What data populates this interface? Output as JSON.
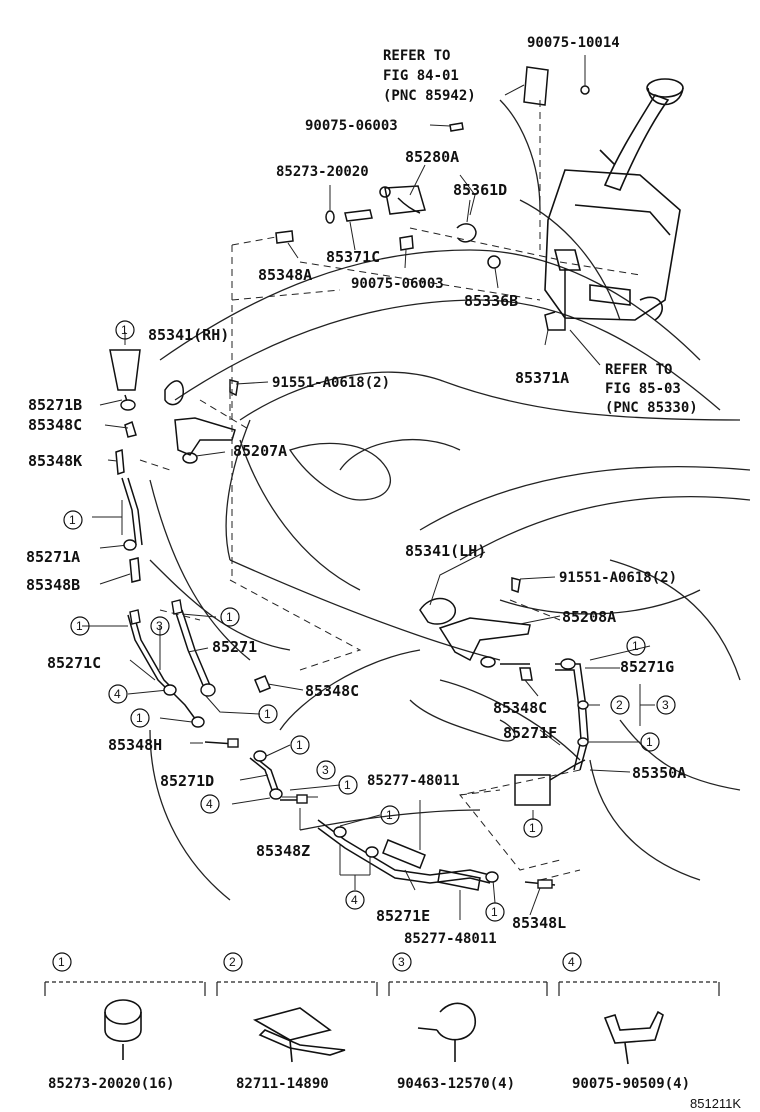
{
  "refer_notes": [
    {
      "line1": "REFER TO",
      "line2": "FIG 84-01",
      "line3": "(PNC 85942)"
    },
    {
      "line1": "REFER TO",
      "line2": "FIG 85-03",
      "line3": "(PNC 85330)"
    }
  ],
  "part_labels": [
    "90075-10014",
    "90075-06003",
    "85280A",
    "85273-20020",
    "85361D",
    "85371C",
    "85348A",
    "90075-06003",
    "85336B",
    "85341(RH)",
    "91551-A0618(2)",
    "85371A",
    "85271B",
    "85348C",
    "85348K",
    "85207A",
    "85271A",
    "85341(LH)",
    "85348B",
    "91551-A0618(2)",
    "85208A",
    "85271",
    "85271C",
    "85348C",
    "85271G",
    "85348C",
    "85271F",
    "85348H",
    "85350A",
    "85277-48011",
    "85271D",
    "85348Z",
    "85271E",
    "85348L",
    "85277-48011"
  ],
  "callouts": [
    "1",
    "2",
    "3",
    "4"
  ],
  "legend": [
    {
      "num": "1",
      "part": "85273-20020(16)"
    },
    {
      "num": "2",
      "part": "82711-14890"
    },
    {
      "num": "3",
      "part": "90463-12570(4)"
    },
    {
      "num": "4",
      "part": "90075-90509(4)"
    }
  ],
  "figure_id": "851211K"
}
